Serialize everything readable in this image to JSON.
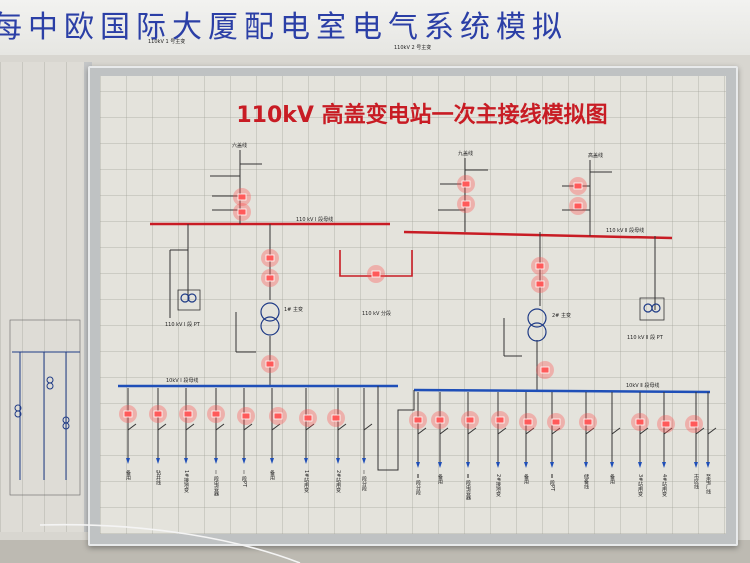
{
  "banner": {
    "title": "每中欧国际大厦配电室电气系统模拟",
    "labels": [
      "110kV 1 号主变",
      "110kV 2 号主变"
    ]
  },
  "board": {
    "title": "110kV 高盖变电站一次主接线模拟图",
    "lines": {
      "left_line": "六盖线",
      "mid_line": "九盖线",
      "right_line": "高盖线"
    },
    "bus_labels": {
      "bus_110_1": "110 kV Ⅰ 段母线",
      "bus_110_2": "110 kV Ⅱ 段母线",
      "pt_110_1": "110 kV Ⅰ 段 PT",
      "pt_110_2": "110 kV Ⅱ 段 PT",
      "tie_110": "110 kV 分段",
      "transformer_1": "1# 主变",
      "transformer_2": "2# 主变",
      "bus_10_1": "10kV Ⅰ 段母线",
      "bus_10_2": "10kV Ⅱ 段母线"
    },
    "feeders_left": [
      "备用",
      "钻井线",
      "1#接地变",
      "Ⅰ段电容器",
      "Ⅰ段PT",
      "备用",
      "1#站用变",
      "2#站用变",
      "Ⅰ段分段"
    ],
    "feeders_right": [
      "Ⅱ段分段",
      "备用",
      "Ⅱ段电容器",
      "2#接地变",
      "备用",
      "Ⅱ段PT",
      "储备线",
      "备用",
      "3#站用变",
      "4#站用变",
      "市区线",
      "至电厂线"
    ]
  }
}
